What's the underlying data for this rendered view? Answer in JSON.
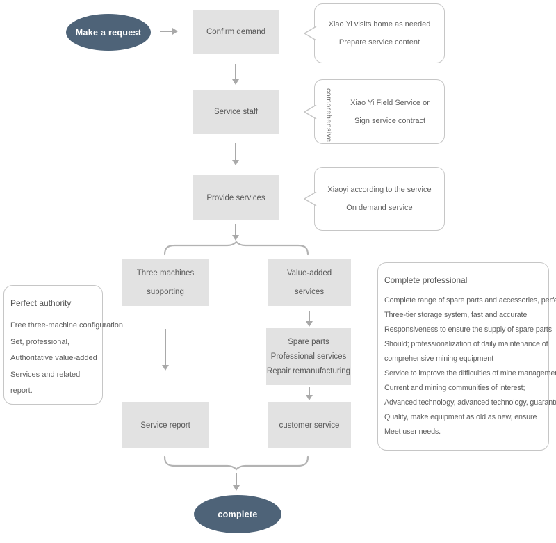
{
  "palette": {
    "node_fill": "#e2e2e2",
    "node_text": "#595959",
    "terminal_fill": "#4e6378",
    "terminal_text": "#ffffff",
    "arrow_color": "#a9a9a9",
    "brace_color": "#b3b3b3",
    "callout_border": "#c6c6c6"
  },
  "terminals": {
    "start": "Make a request",
    "end": "complete"
  },
  "nodes": {
    "confirm": {
      "lines": [
        "Confirm demand"
      ]
    },
    "staff": {
      "lines": [
        "Service staff"
      ]
    },
    "provide": {
      "lines": [
        "Provide services"
      ]
    },
    "three": {
      "lines": [
        "Three machines",
        "supporting"
      ]
    },
    "value": {
      "lines": [
        "Value-added",
        "services"
      ]
    },
    "spare": {
      "lines": [
        "Spare parts",
        "Professional services",
        "Repair remanufacturing"
      ]
    },
    "report": {
      "lines": [
        "Service report"
      ]
    },
    "customer": {
      "lines": [
        "customer service"
      ]
    }
  },
  "callouts": [
    {
      "lines": [
        "Xiao Yi visits home as needed",
        "Prepare service content"
      ]
    },
    {
      "side_label": "comprehensive",
      "lines": [
        "Xiao Yi Field Service or",
        "Sign service contract"
      ]
    },
    {
      "lines": [
        "Xiaoyi according to the service",
        "On demand service"
      ]
    }
  ],
  "left_panel": {
    "title": "Perfect authority",
    "lines": [
      "Free three-machine configuration",
      "Set, professional,",
      "Authoritative value-added",
      "Services and related",
      "report."
    ]
  },
  "right_panel": {
    "title": "Complete professional",
    "lines": [
      "Complete range of spare parts and accessories, perfect",
      "Three-tier storage system, fast and accurate",
      "Responsiveness to ensure the supply of spare parts",
      "Should; professionalization of daily maintenance of",
      "comprehensive mining equipment",
      "Service to improve the difficulties of mine management",
      "Current and mining communities of interest;",
      "Advanced technology, advanced technology, guarantee",
      "Quality, make equipment as old as new, ensure",
      "Meet user needs."
    ]
  }
}
